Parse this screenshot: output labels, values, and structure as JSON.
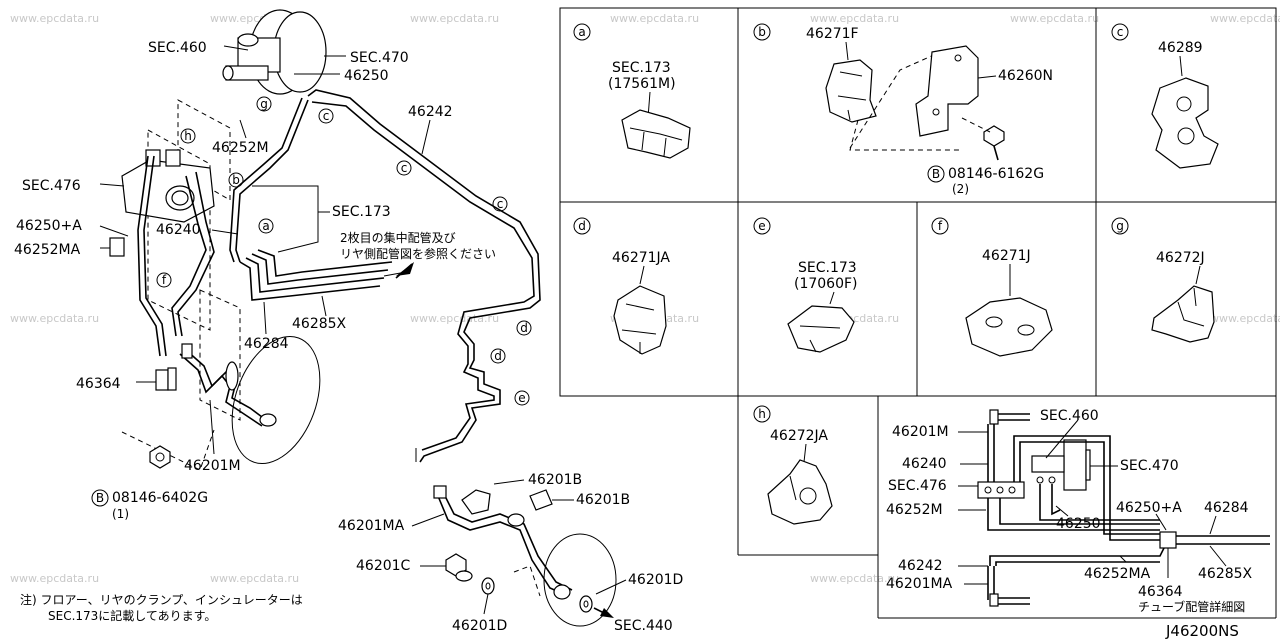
{
  "watermark": "www.epcdata.ru",
  "diagram_code": "J46200NS",
  "main_labels": {
    "sec460": "SEC.460",
    "sec470": "SEC.470",
    "p46250": "46250",
    "p46252M": "46252M",
    "sec476": "SEC.476",
    "p46250A": "46250+A",
    "p46252MA": "46252MA",
    "p46240": "46240",
    "sec173": "SEC.173",
    "p46242": "46242",
    "p46284": "46284",
    "p46285X": "46285X",
    "p46364": "46364",
    "p46201M": "46201M",
    "bolt1": "08146-6402G",
    "bolt1_qty": "(1)",
    "p46201B_a": "46201B",
    "p46201B_b": "46201B",
    "p46201MA": "46201MA",
    "p46201C": "46201C",
    "p46201D_a": "46201D",
    "p46201D_b": "46201D",
    "sec440": "SEC.440",
    "jp_ref_1": "2枚目の集中配管及び",
    "jp_ref_2": "リヤ側配管図を参照ください",
    "note_1": "注) フロアー、リヤのクランプ、インシュレーターは",
    "note_2": "SEC.173に記載してあります。"
  },
  "callouts": {
    "a": "a",
    "b": "b",
    "c": "c",
    "d": "d",
    "e": "e",
    "f": "f",
    "g": "g",
    "h": "h",
    "B": "B"
  },
  "panels": {
    "a": {
      "letter": "a",
      "l1": "SEC.173",
      "l2": "(17561M)"
    },
    "b": {
      "letter": "b",
      "p1": "46271F",
      "p2": "46260N",
      "bolt": "08146-6162G",
      "qty": "(2)"
    },
    "c": {
      "letter": "c",
      "p1": "46289"
    },
    "d": {
      "letter": "d",
      "p1": "46271JA"
    },
    "e": {
      "letter": "e",
      "l1": "SEC.173",
      "l2": "(17060F)"
    },
    "f": {
      "letter": "f",
      "p1": "46271J"
    },
    "g": {
      "letter": "g",
      "p1": "46272J"
    },
    "h": {
      "letter": "h",
      "p1": "46272JA"
    }
  },
  "detail": {
    "p46201M": "46201M",
    "sec460": "SEC.460",
    "p46240": "46240",
    "sec470": "SEC.470",
    "sec476": "SEC.476",
    "p46252M": "46252M",
    "p46250": "46250",
    "p46250A": "46250+A",
    "p46284": "46284",
    "p46242": "46242",
    "p46252MA": "46252MA",
    "p46285X": "46285X",
    "p46201MA": "46201MA",
    "p46364": "46364",
    "caption": "チューブ配管詳細図"
  }
}
